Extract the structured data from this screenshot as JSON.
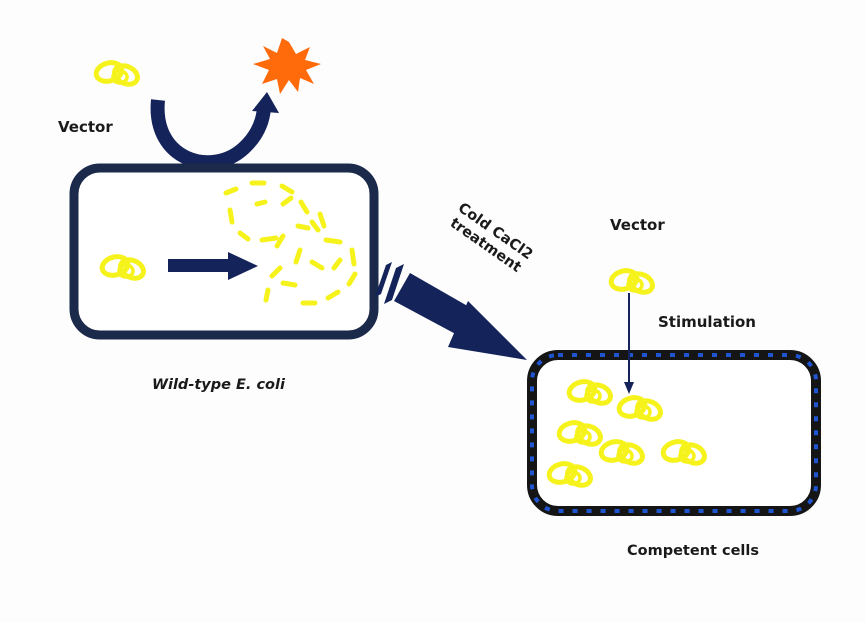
{
  "labels": {
    "vector_top": "Vector",
    "vector_right": "Vector",
    "stimulation": "Stimulation",
    "cold_line1": "Cold CaCl2",
    "cold_line2": "treatment",
    "wild_type": "Wild-type E. coli",
    "competent": "Competent cells"
  },
  "colors": {
    "cell_border": "#1b2a4a",
    "arrow_navy": "#14235a",
    "plasmid_yellow": "#f6f21c",
    "burst_orange": "#ff6a0b",
    "membrane_black": "#151515",
    "membrane_pore": "#1f55d0"
  },
  "icons": [
    "plasmid-icon",
    "degraded-plasmid-icon",
    "burst-icon",
    "curved-arrow-icon",
    "straight-arrow-icon",
    "treatment-arrow-icon",
    "stimulation-arrow-icon"
  ]
}
